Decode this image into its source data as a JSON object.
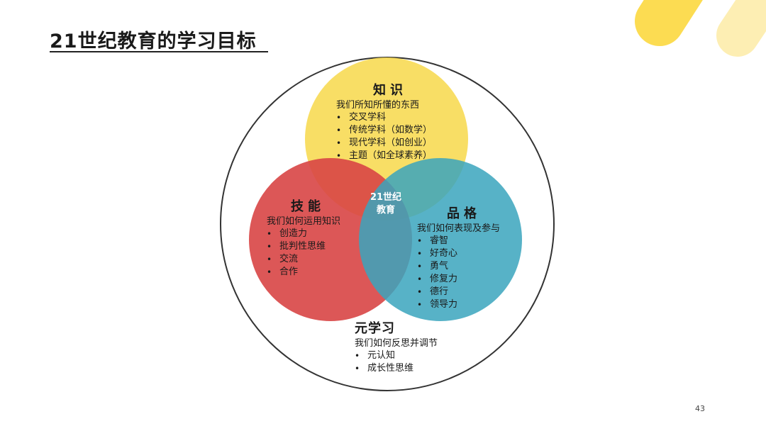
{
  "slide": {
    "title": "21世纪教育的学习目标",
    "page_number": "43",
    "center_label": [
      "21世纪",
      "教育"
    ]
  },
  "colors": {
    "knowledge": "#f7d84a",
    "skills": "#d84545",
    "character": "#3aa5bd",
    "outer_ring": "#333333",
    "deco_yellow": "#fcdc52",
    "deco_light": "#fdeeb3"
  },
  "knowledge": {
    "heading": "知识",
    "desc": "我们所知所懂的东西",
    "items": [
      "交叉学科",
      "传统学科（如数学）",
      "现代学科（如创业）",
      "主题（如全球素养）"
    ]
  },
  "skills": {
    "heading": "技能",
    "desc": "我们如何运用知识",
    "items": [
      "创造力",
      "批判性思维",
      "交流",
      "合作"
    ]
  },
  "character": {
    "heading": "品格",
    "desc": "我们如何表现及参与",
    "items": [
      "睿智",
      "好奇心",
      "勇气",
      "修复力",
      "德行",
      "领导力"
    ]
  },
  "meta": {
    "heading": "元学习",
    "desc": "我们如何反思并调节",
    "items": [
      "元认知",
      "成长性思维"
    ]
  }
}
